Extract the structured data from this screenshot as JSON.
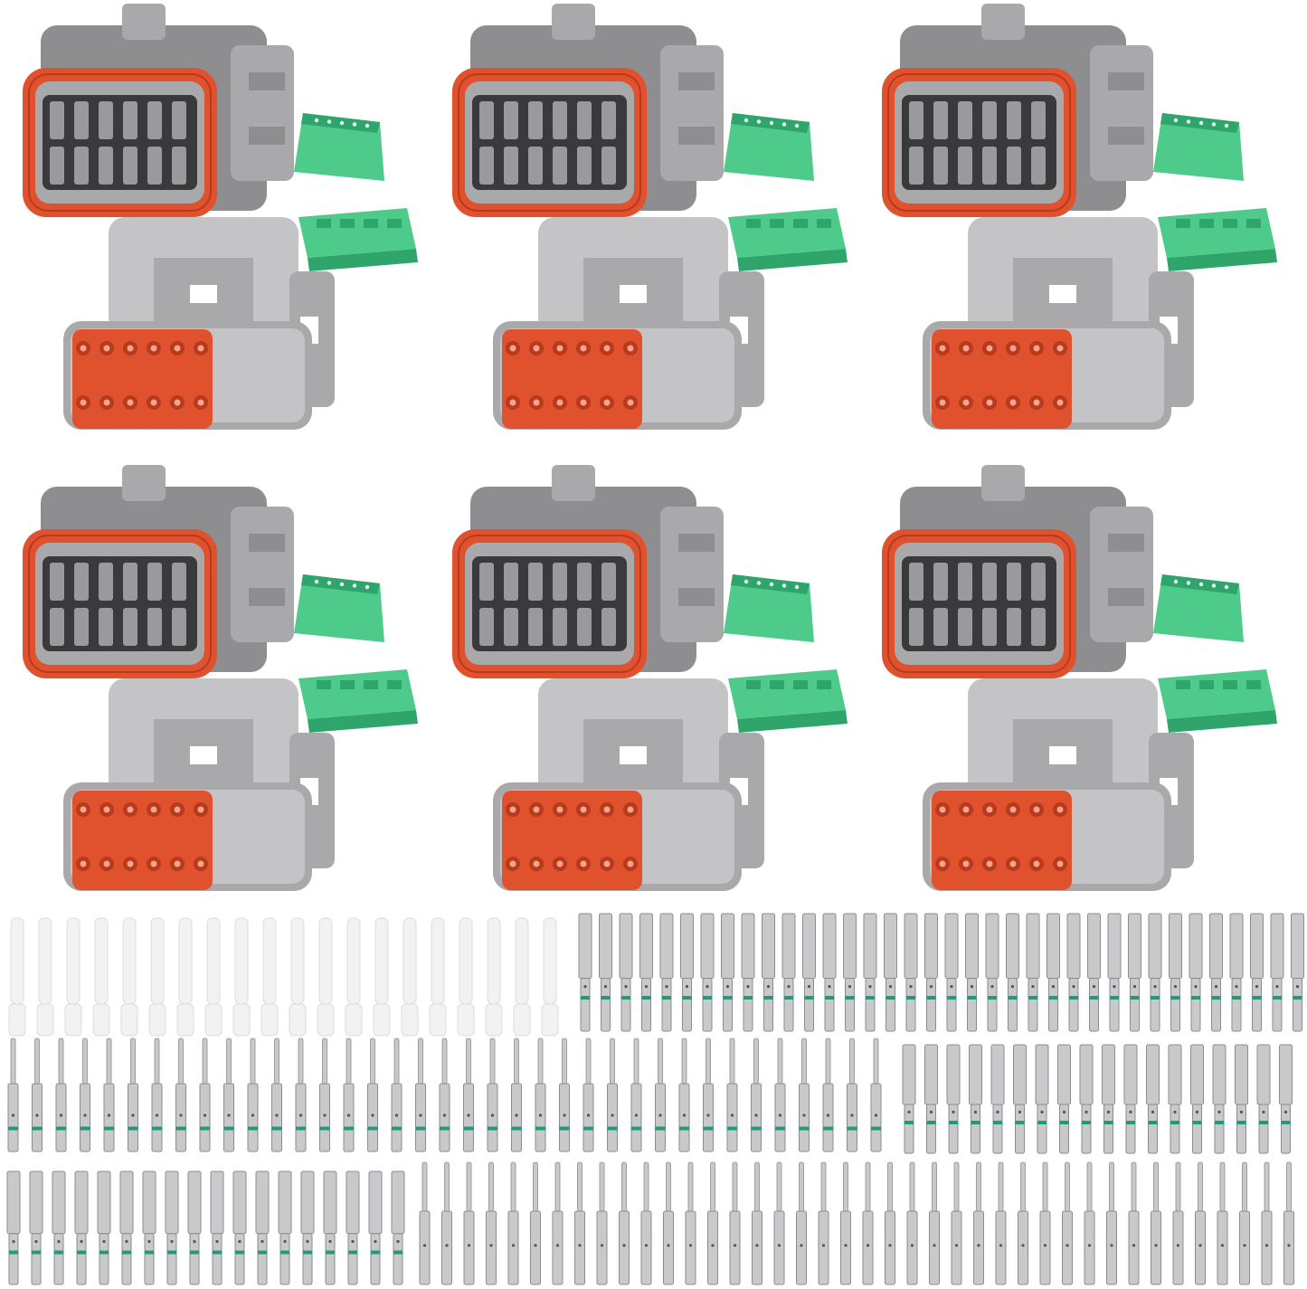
{
  "scene": {
    "subject": "connector-kit-product-photo",
    "colors": {
      "background": "#ffffff",
      "housing": "#a9a9ab",
      "housing_dark": "#8e8e91",
      "housing_light": "#c4c4c6",
      "seal": "#e0522e",
      "seal_dark": "#b8391c",
      "cavity": "#3a3a3c",
      "wedge": "#4ecb8a",
      "wedge_dark": "#2fa56b",
      "terminal": "#c9c9cb",
      "terminal_dark": "#8d8d90",
      "terminal_ring": "#1f9b78",
      "plug": "#f2f2f2"
    },
    "kit": {
      "receptacle_sets": 6,
      "plug_sets": 6,
      "cavities_per_connector": 12,
      "sealing_plugs": 20
    },
    "icons": [
      "receptacle-connector-icon",
      "plug-connector-icon",
      "wedge-lock-icon",
      "terminal-pin-icon",
      "sealing-plug-icon"
    ]
  }
}
